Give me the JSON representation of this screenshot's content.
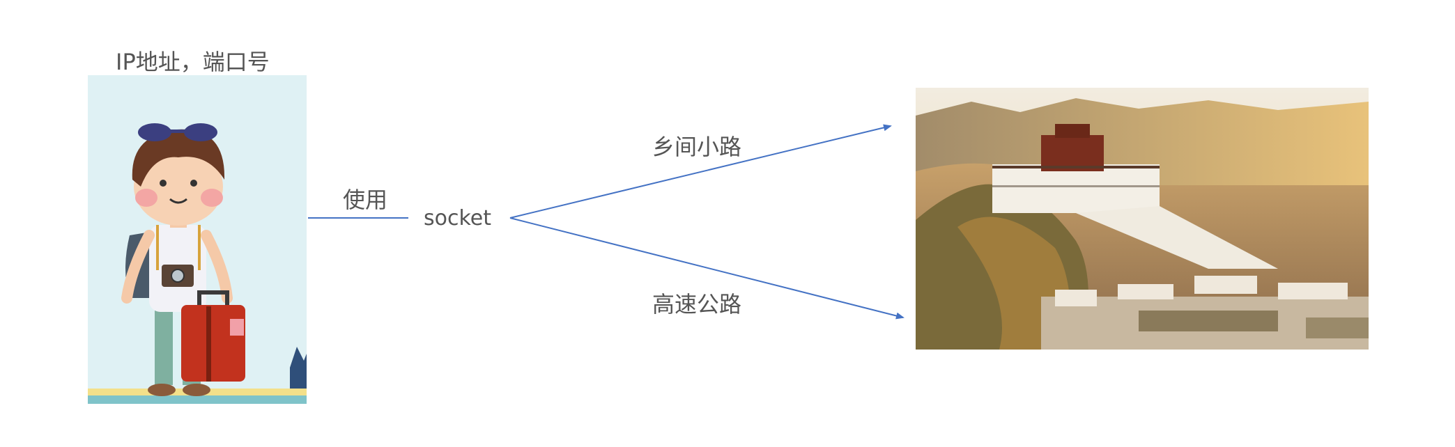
{
  "diagram": {
    "traveler_label": "IP地址，端口号",
    "use_label": "使用",
    "socket_label": "socket",
    "upper_route_label": "乡间小路",
    "lower_route_label": "高速公路"
  },
  "colors": {
    "arrow": "#4472c4",
    "text": "#555555"
  },
  "images": {
    "traveler": "traveler-illustration",
    "destination": "potala-palace-photo"
  }
}
